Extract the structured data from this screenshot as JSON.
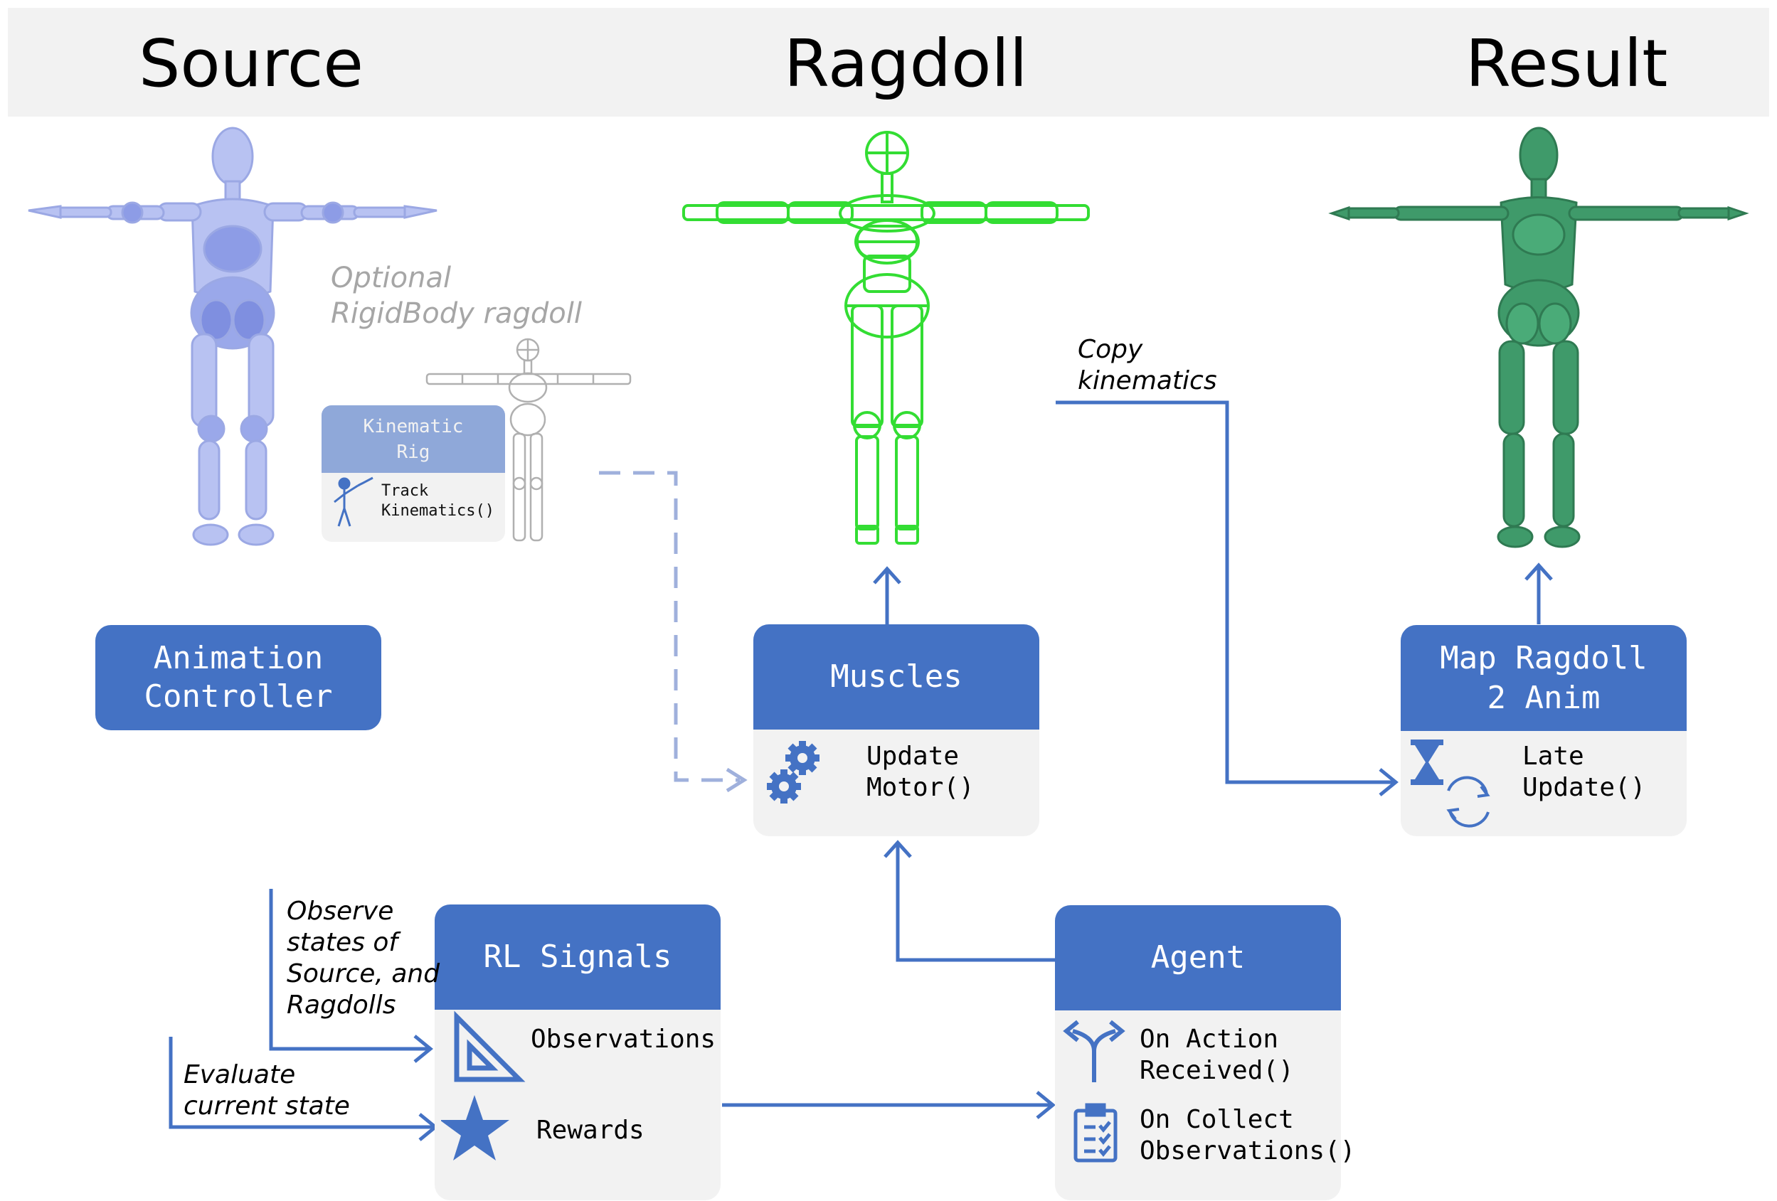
{
  "header": {
    "source_title": "Source",
    "ragdoll_title": "Ragdoll",
    "result_title": "Result"
  },
  "source": {
    "optional_label": "Optional\nRigidBody ragdoll",
    "kinematic_rig_title": "Kinematic\nRig",
    "kinematic_rig_method": "Track\nKinematics()",
    "animation_controller": "Animation\nController"
  },
  "ragdoll": {
    "muscles_title": "Muscles",
    "muscles_method": "Update\nMotor()",
    "copy_kinematics": "Copy\nkinematics"
  },
  "result": {
    "map_title": "Map Ragdoll\n2 Anim",
    "map_method": "Late\nUpdate()"
  },
  "rl_signals": {
    "title": "RL Signals",
    "observations": "Observations",
    "rewards": "Rewards",
    "observe_label": "Observe\nstates of\nSource, and\nRagdolls",
    "evaluate_label": "Evaluate\ncurrent state"
  },
  "agent": {
    "title": "Agent",
    "on_action": "On Action\nReceived()",
    "on_collect": "On Collect\nObservations()"
  },
  "colors": {
    "accent": "#4472c4",
    "box_fill": "#f2f2f2",
    "source_figure": "#b4bff0",
    "ragdoll_wire": "#33dd33",
    "result_figure": "#3f9a6a",
    "faded_arrow": "#9fb0dc"
  },
  "icons": [
    "gears-icon",
    "hourglass-icon",
    "refresh-icon",
    "triangle-ruler-icon",
    "star-icon",
    "fork-arrows-icon",
    "clipboard-icon",
    "figure-pointing-icon"
  ]
}
